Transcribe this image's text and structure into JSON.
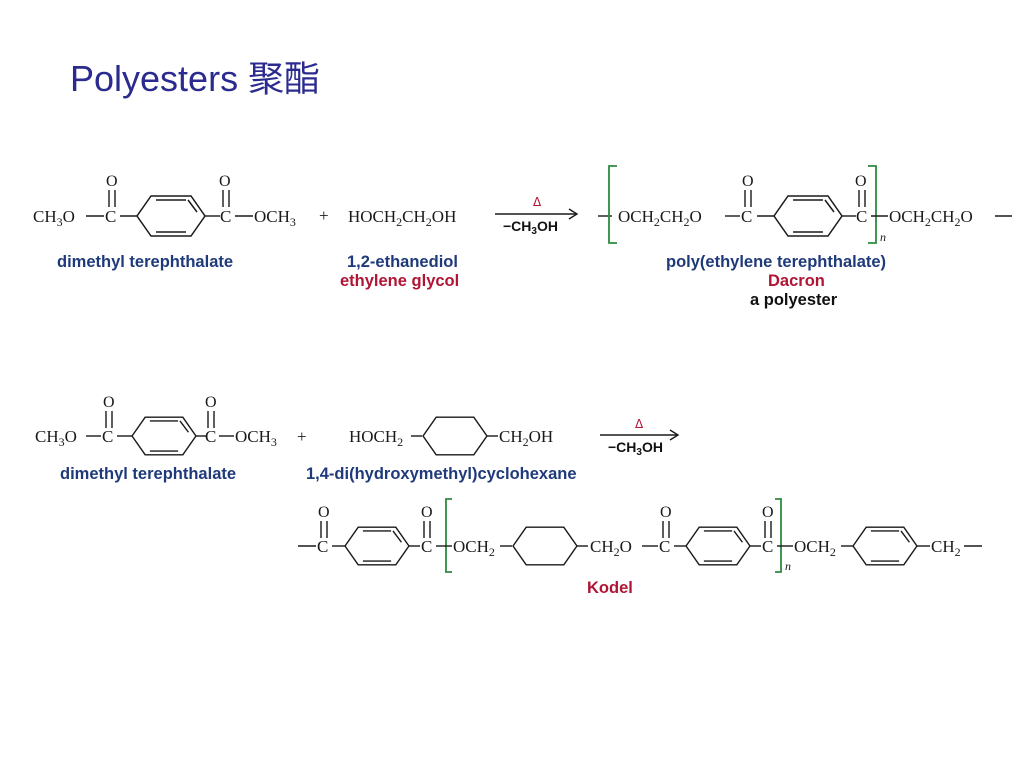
{
  "title": "Polyesters 聚酯",
  "reaction1": {
    "reactant1": {
      "left": "CH",
      "left_sub": "3",
      "left_tail": "O",
      "right": "OCH",
      "right_sub": "3",
      "carbon": "C",
      "oxygen": "O",
      "name": "dimethyl terephthalate"
    },
    "plus": "+",
    "reactant2": {
      "p1": "HOCH",
      "s1": "2",
      "p2": "CH",
      "s2": "2",
      "p3": "OH",
      "name": "1,2-ethanediol",
      "common_name": "ethylene glycol"
    },
    "conditions": {
      "above": "Δ",
      "below_pre": "−CH",
      "below_sub": "3",
      "below_post": "OH"
    },
    "product": {
      "left_p1": "OCH",
      "left_s1": "2",
      "left_p2": "CH",
      "left_s2": "2",
      "left_p3": "O",
      "right_p1": "OCH",
      "right_s1": "2",
      "right_p2": "CH",
      "right_s2": "2",
      "right_p3": "O",
      "carbon": "C",
      "oxygen": "O",
      "n": "n",
      "name": "poly(ethylene terephthalate)",
      "trade_name": "Dacron",
      "class": "a polyester"
    }
  },
  "reaction2": {
    "reactant1": {
      "left": "CH",
      "left_sub": "3",
      "left_tail": "O",
      "right": "OCH",
      "right_sub": "3",
      "carbon": "C",
      "oxygen": "O",
      "name": "dimethyl terephthalate"
    },
    "plus": "+",
    "reactant2": {
      "left": "HOCH",
      "left_sub": "2",
      "right_pre": "CH",
      "right_sub": "2",
      "right_post": "OH",
      "name": "1,4-di(hydroxymethyl)cyclohexane"
    },
    "conditions": {
      "above": "Δ",
      "below_pre": "−CH",
      "below_sub": "3",
      "below_post": "OH"
    },
    "product": {
      "carbon": "C",
      "oxygen": "O",
      "och2_pre": "OCH",
      "och2_sub": "2",
      "ch2o_pre": "CH",
      "ch2o_sub": "2",
      "ch2o_post": "O",
      "och2b_pre": "OCH",
      "och2b_sub": "2",
      "end_pre": "CH",
      "end_sub": "2",
      "n": "n",
      "name": "Kodel"
    }
  }
}
